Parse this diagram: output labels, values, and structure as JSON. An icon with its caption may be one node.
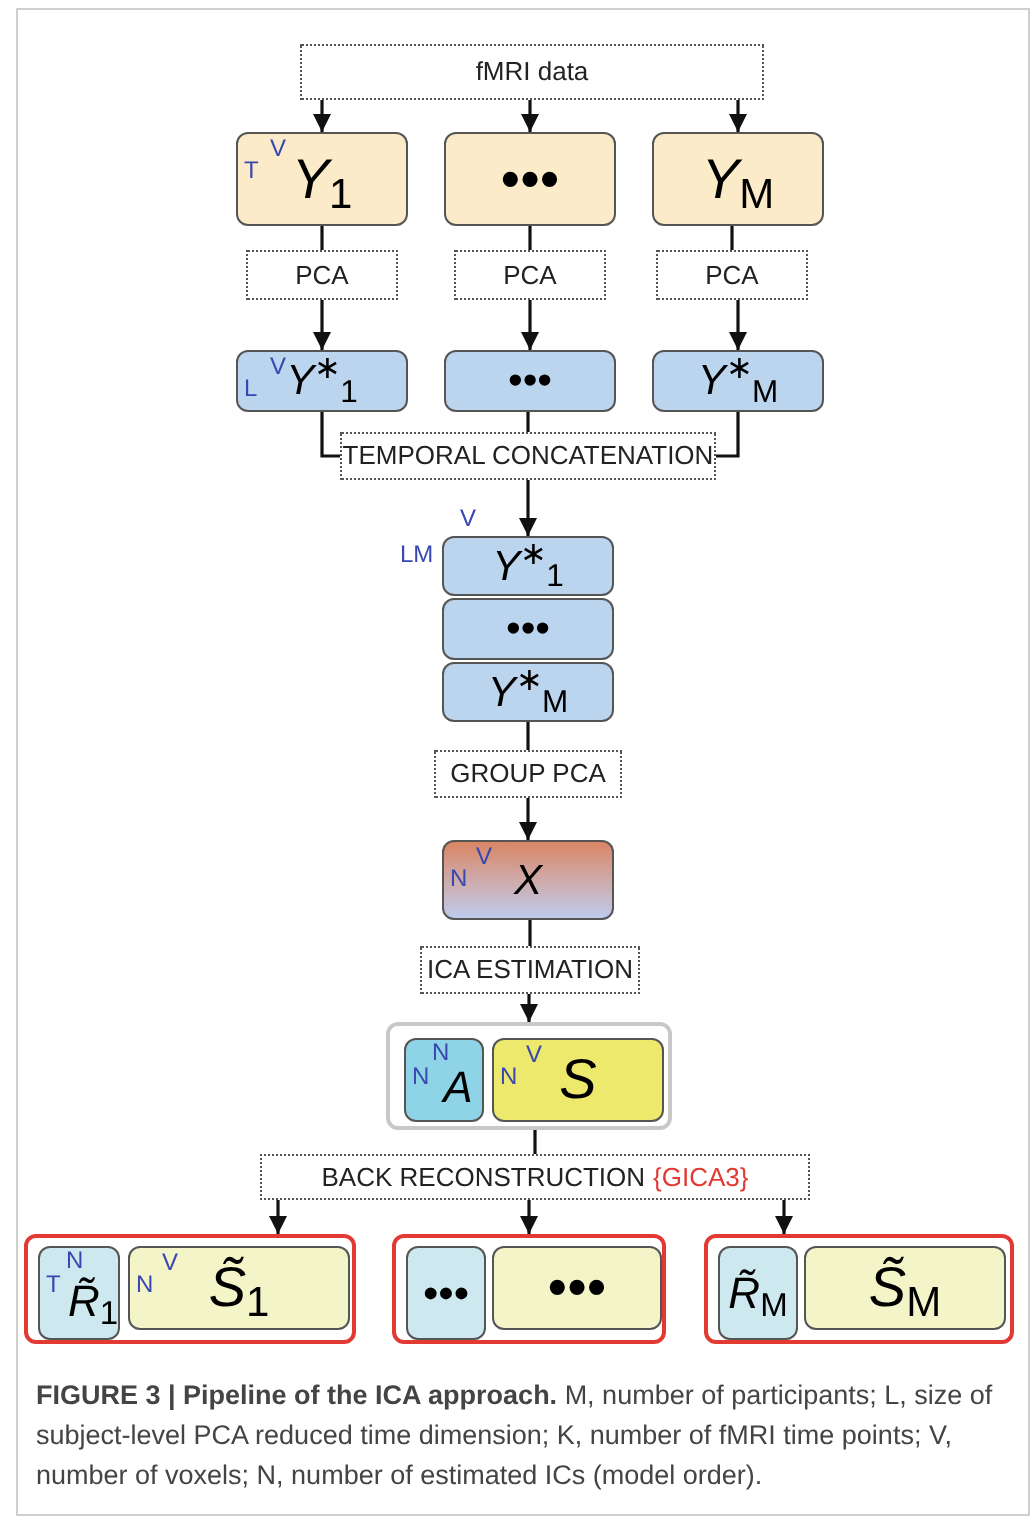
{
  "diagram": {
    "caption": "**FIGURE 3 | Pipeline of the ICA approach.** M, number of participants; L, size of subject-level PCA reduced time dimension; K, number of fMRI time points; V, number of voxels; N, number of estimated ICs (model order).",
    "nodes": [
      {
        "text": [
          "fMRI data"
        ]
      },
      {
        "text": [
          "T",
          "V",
          "*Y*$_{1}$"
        ]
      },
      {
        "text": [
          "•••"
        ]
      },
      {
        "text": [
          "*Y*$_{M}$"
        ]
      },
      {
        "text": [
          "PCA"
        ]
      },
      {
        "text": [
          "PCA"
        ]
      },
      {
        "text": [
          "PCA"
        ]
      },
      {
        "text": [
          "L",
          "V",
          "*Y*$^{∗}$$_{1}$"
        ]
      },
      {
        "text": [
          "•••"
        ]
      },
      {
        "text": [
          "*Y*$^{∗}$$_{M}$"
        ]
      },
      {
        "text": [
          "TEMPORAL CONCATENATION"
        ]
      },
      {
        "text": [
          "*Y*$^{∗}$$_{1}$"
        ],
        "beside": [
          "V",
          "LM"
        ]
      },
      {
        "text": [
          "•••"
        ]
      },
      {
        "text": [
          "*Y*$^{∗}$$_{M}$"
        ]
      },
      {
        "text": [
          "GROUP PCA"
        ]
      },
      {
        "text": [
          "N",
          "V",
          "*X*"
        ]
      },
      {
        "text": [
          "ICA ESTIMATION"
        ]
      },
      {
        "text": [],
        "shape": "box"
      },
      {
        "text": [
          "N",
          "N",
          "*A*"
        ],
        "in": 17
      },
      {
        "text": [
          "N",
          "V",
          "*S*"
        ],
        "in": 17
      },
      {
        "text": [
          "BACK RECONSTRUCTION",
          "{GICA3}"
        ]
      },
      {
        "text": [],
        "shape": "box"
      },
      {
        "text": [
          "T",
          "N",
          "*R̃*$_{1}$"
        ],
        "in": 21
      },
      {
        "text": [
          "N",
          "V",
          "*S̃*$_{1}$"
        ],
        "in": 21
      },
      {
        "text": [],
        "shape": "box"
      },
      {
        "text": [
          "•••"
        ],
        "in": 24
      },
      {
        "text": [
          "•••"
        ],
        "in": 24
      },
      {
        "text": [],
        "shape": "box"
      },
      {
        "text": [
          "*R̃*$_{M}$"
        ],
        "in": 27
      },
      {
        "text": [
          "*S̃*$_{M}$"
        ],
        "in": 27
      }
    ],
    "edges": [
      {
        "from": 0,
        "to": 1,
        "arrow": "to"
      },
      {
        "from": 0,
        "to": 2,
        "arrow": "to"
      },
      {
        "from": 0,
        "to": 3,
        "arrow": "to"
      },
      {
        "from": 1,
        "to": 4,
        "arrow": "none"
      },
      {
        "from": 4,
        "to": 7,
        "arrow": "to"
      },
      {
        "from": 2,
        "to": 5,
        "arrow": "none"
      },
      {
        "from": 5,
        "to": 8,
        "arrow": "to"
      },
      {
        "from": 3,
        "to": 6,
        "arrow": "none"
      },
      {
        "from": 6,
        "to": 9,
        "arrow": "to"
      },
      {
        "from": 7,
        "to": 10,
        "arrow": "none"
      },
      {
        "from": 8,
        "to": 10,
        "arrow": "none"
      },
      {
        "from": 9,
        "to": 10,
        "arrow": "none"
      },
      {
        "from": 10,
        "to": 11,
        "arrow": "to"
      },
      {
        "from": 13,
        "to": 14,
        "arrow": "none"
      },
      {
        "from": 14,
        "to": 15,
        "arrow": "to"
      },
      {
        "from": 15,
        "to": 16,
        "arrow": "none"
      },
      {
        "from": 16,
        "to": 17,
        "arrow": "to"
      },
      {
        "from": 17,
        "to": 20,
        "arrow": "none"
      },
      {
        "from": 20,
        "to": 21,
        "arrow": "to"
      },
      {
        "from": 20,
        "to": 24,
        "arrow": "to"
      },
      {
        "from": 20,
        "to": 27,
        "arrow": "to"
      }
    ]
  }
}
